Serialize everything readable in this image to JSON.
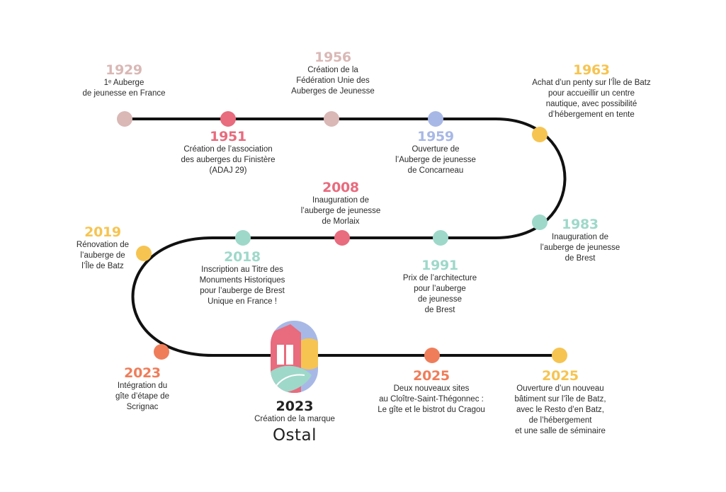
{
  "colors": {
    "line": "#111111",
    "pink_beige": "#d9b8b6",
    "pink": "#e86b7e",
    "blue": "#a8b8e6",
    "yellow": "#f6c451",
    "teal": "#9ed8c9",
    "orange": "#ef7d5a"
  },
  "events": [
    {
      "year": "1929",
      "desc": "1ᵉ Auberge\nde jeunesse en France",
      "color": "#d9b8b6"
    },
    {
      "year": "1951",
      "desc": "Création de l’association\ndes auberges du Finistère\n(ADAJ 29)",
      "color": "#e86b7e"
    },
    {
      "year": "1956",
      "desc": "Création de la\nFédération Unie des\nAuberges de Jeunesse",
      "color": "#d9b8b6"
    },
    {
      "year": "1959",
      "desc": "Ouverture de\nl’Auberge de jeunesse\nde Concarneau",
      "color": "#a8b8e6"
    },
    {
      "year": "1963",
      "desc": "Achat d’un penty sur l’Île de Batz\npour accueillir un centre\nnautique, avec possibilité\nd’hébergement en tente",
      "color": "#f6c451"
    },
    {
      "year": "1983",
      "desc": "Inauguration de\nl’auberge de jeunesse\nde Brest",
      "color": "#9ed8c9"
    },
    {
      "year": "1991",
      "desc": "Prix de l’architecture\npour l’auberge\nde jeunesse\nde Brest",
      "color": "#9ed8c9"
    },
    {
      "year": "2008",
      "desc": "Inauguration de\nl’auberge de jeunesse\nde Morlaix",
      "color": "#e86b7e"
    },
    {
      "year": "2018",
      "desc": "Inscription au Titre des\nMonuments Historiques\npour l’auberge de Brest\nUnique en France !",
      "color": "#9ed8c9"
    },
    {
      "year": "2019",
      "desc": "Rénovation de\nl’auberge de\nl’Île de Batz",
      "color": "#f6c451"
    },
    {
      "year": "2023",
      "desc": "Intégration du\ngîte d’étape de\nScrignac",
      "color": "#ef7d5a"
    },
    {
      "year": "2025",
      "desc": "Deux nouveaux sites\nau Cloître-Saint-Thégonnec :\nLe gîte et le bistrot du Cragou",
      "color": "#ef7d5a"
    },
    {
      "year": "2025",
      "desc": "Ouverture d’un nouveau\nbâtiment sur l’île de Batz,\navec le Resto d’en Batz,\nde l’hébergement\net une salle de séminaire",
      "color": "#f6c451"
    }
  ],
  "brand": {
    "year": "2023",
    "subtitle": "Création de la marque",
    "name": "Ostal"
  }
}
